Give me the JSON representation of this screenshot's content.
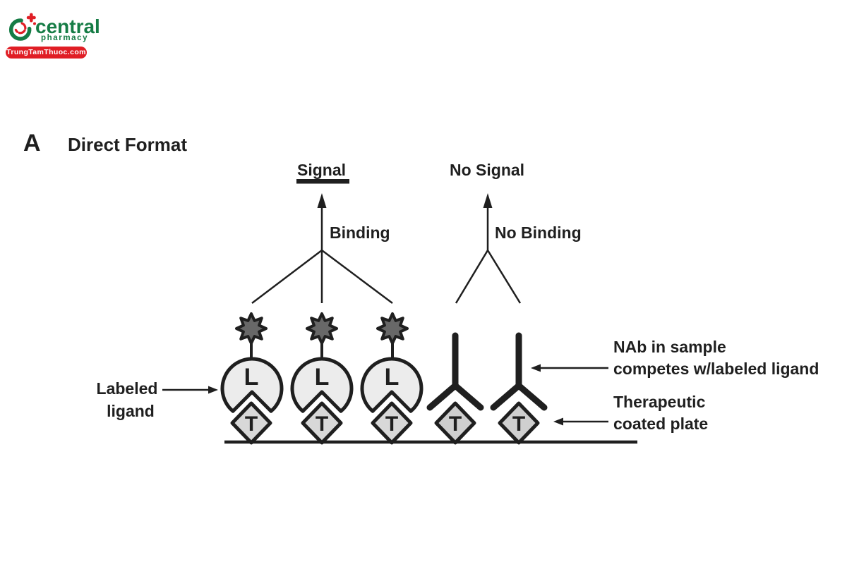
{
  "logo": {
    "brand": "central",
    "sub": "pharmacy",
    "domain": "TrungTamThuoc.com",
    "colors": {
      "green": "#157c45",
      "red": "#e01e25"
    }
  },
  "figure": {
    "panel_letter": "A",
    "title": "Direct Format",
    "left": {
      "signal": "Signal",
      "binding": "Binding",
      "label_line1": "Labeled",
      "label_line2": "ligand"
    },
    "right": {
      "no_signal": "No Signal",
      "no_binding": "No Binding",
      "nab_line1": "NAb in sample",
      "nab_line2": "competes w/labeled ligand",
      "plate_line1": "Therapeutic",
      "plate_line2": "coated plate"
    },
    "glyphs": {
      "ligand_letter": "L",
      "therapeutic_letter": "T"
    },
    "colors": {
      "ink": "#1f1f1f",
      "star_fill": "#686868",
      "circle_fill": "#ececec",
      "diamond_fill": "#d8d8d8",
      "nab_diamond_fill": "#cfcfcf"
    }
  }
}
